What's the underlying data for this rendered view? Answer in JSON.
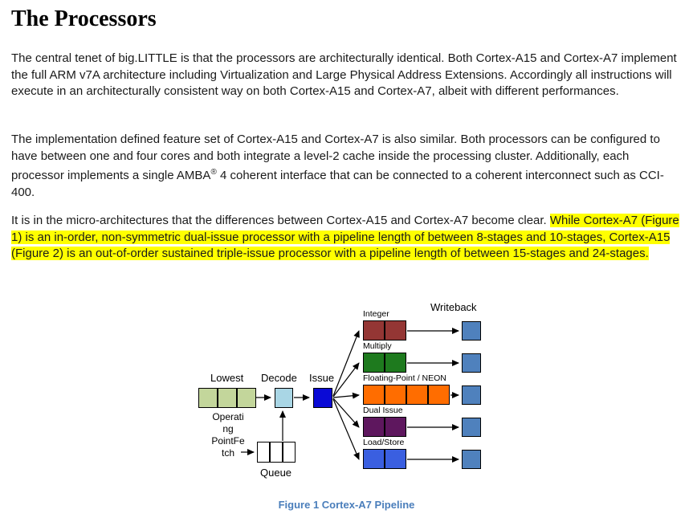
{
  "colors": {
    "highlight": "#ffff00",
    "caption_blue": "#4a7ebb",
    "fetch_green": "#c3d69b",
    "decode_blue": "#a9d6e5",
    "issue_blue": "#0a0ad6",
    "writeback_blue": "#4f81bd",
    "queue_white": "#ffffff"
  },
  "content": {
    "title": "The Processors",
    "paragraph1": "The central tenet of big.LITTLE is that the processors are architecturally identical.  Both Cortex-A15 and Cortex-A7 implement the full ARM v7A architecture including Virtualization and Large Physical Address Extensions.  Accordingly all instructions will execute in an architecturally consistent way on both Cortex-A15 and Cortex-A7, albeit with different performances.",
    "paragraph2_a": "The implementation defined feature set of Cortex-A15 and Cortex-A7 is also similar.  Both processors can be configured to have between one and four cores and both integrate a level-2 cache inside the processing cluster.  Additionally, each processor implements a single AMBA",
    "paragraph2_sup": "®",
    "paragraph2_b": " 4 coherent interface that can be connected to a coherent interconnect such as CCI-400.",
    "paragraph3_normal": "It is in the micro-architectures that the differences between Cortex-A15 and Cortex-A7 become clear.  ",
    "paragraph3_highlighted": "While Cortex-A7 (Figure 1) is an in-order, non-symmetric dual-issue processor with a pipeline length of between 8-stages and 10-stages, Cortex-A15 (Figure 2) is an out-of-order sustained triple-issue processor with a pipeline length of between 15-stages and 24-stages."
  },
  "diagram": {
    "fetch_label_top": "Lowest",
    "fetch_label_wrapped": "Operati\nng\nPointFe\ntch",
    "decode_label": "Decode",
    "issue_label": "Issue",
    "queue_label": "Queue",
    "writeback_label": "Writeback",
    "fetch": {
      "units": 3,
      "color": "#c3d69b"
    },
    "decode": {
      "units": 1,
      "color": "#a9d6e5"
    },
    "issue": {
      "units": 1,
      "color": "#0a0ad6"
    },
    "queue": {
      "units": 3,
      "color": "#ffffff"
    },
    "writeback": {
      "units": 5,
      "color": "#4f81bd"
    },
    "pipelines": [
      {
        "label": "Integer",
        "units": 2,
        "color": "#943634"
      },
      {
        "label": "Multiply",
        "units": 2,
        "color": "#1e7a1e"
      },
      {
        "label": "Floating-Point / NEON",
        "units": 4,
        "color": "#ff6d00"
      },
      {
        "label": "Dual Issue",
        "units": 2,
        "color": "#5e175e"
      },
      {
        "label": "Load/Store",
        "units": 2,
        "color": "#3a5fe0"
      }
    ],
    "caption": "Figure 1 Cortex-A7 Pipeline"
  }
}
